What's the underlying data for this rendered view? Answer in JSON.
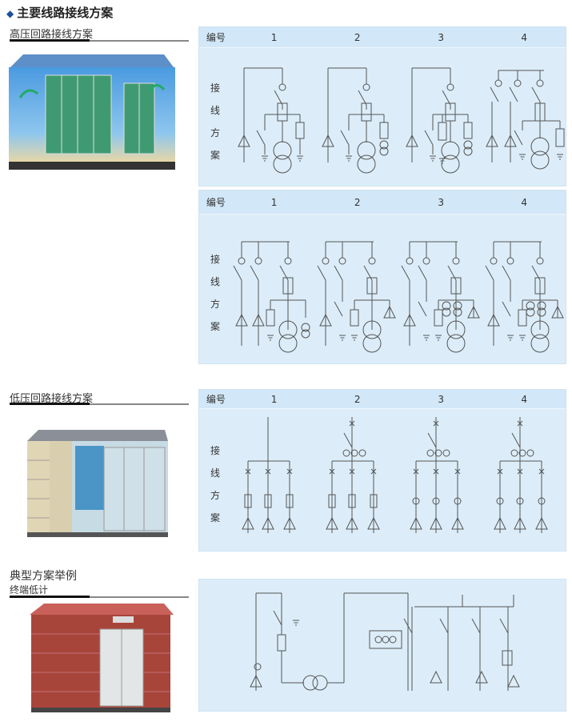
{
  "title": "主要线路接线方案",
  "hv": {
    "section": "高压回路接线方案",
    "header": "编号",
    "label": [
      "接",
      "线",
      "方",
      "案"
    ],
    "columns": [
      "1",
      "2",
      "3",
      "4"
    ]
  },
  "lv": {
    "section": "低压回路接线方案",
    "header": "编号",
    "label": [
      "接",
      "线",
      "方",
      "案"
    ],
    "columns": [
      "1",
      "2",
      "3",
      "4"
    ]
  },
  "typical": {
    "section": "典型方案举例",
    "sub": "终端低计"
  },
  "colors": {
    "accent": "#1d4f9c",
    "panel": "#dcedf9"
  }
}
